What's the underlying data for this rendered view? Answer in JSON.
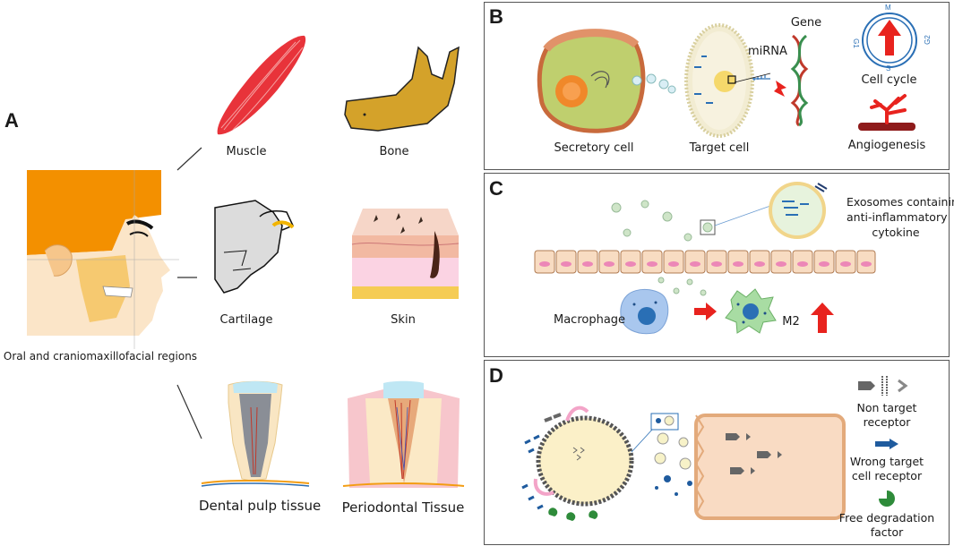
{
  "panel_a": {
    "label": "A",
    "face_caption": "Oral and craniomaxillofacial regions",
    "tissues": {
      "muscle": "Muscle",
      "bone": "Bone",
      "cartilage": "Cartilage",
      "skin": "Skin",
      "dental_pulp": "Dental pulp tissue",
      "periodontal": "Periodontal Tissue"
    }
  },
  "panel_b": {
    "label": "B",
    "secretory_cell": "Secretory  cell",
    "target_cell": "Target cell",
    "mirna": "miRNA",
    "gene": "Gene",
    "cell_cycle": "Cell cycle",
    "angiogenesis": "Angiogenesis",
    "cycle_phases": {
      "m": "M",
      "g1": "G1",
      "g2": "G2",
      "s": "S"
    }
  },
  "panel_c": {
    "label": "C",
    "exosomes_line1": "Exosomes containing",
    "exosomes_line2": "anti-inflammatory",
    "exosomes_line3": "cytokine",
    "macrophage": "Macrophage",
    "m2": "M2"
  },
  "panel_d": {
    "label": "D",
    "non_target_line1": "Non target",
    "non_target_line2": "receptor",
    "wrong_target_line1": "Wrong target",
    "wrong_target_line2": "cell receptor",
    "free_deg_line1": "Free degradation",
    "free_deg_line2": "factor"
  },
  "colors": {
    "red_arrow": "#e8231e",
    "blue_receptor": "#1f5b9e",
    "green_factor": "#2e8b3a",
    "panel_border": "#555555"
  }
}
